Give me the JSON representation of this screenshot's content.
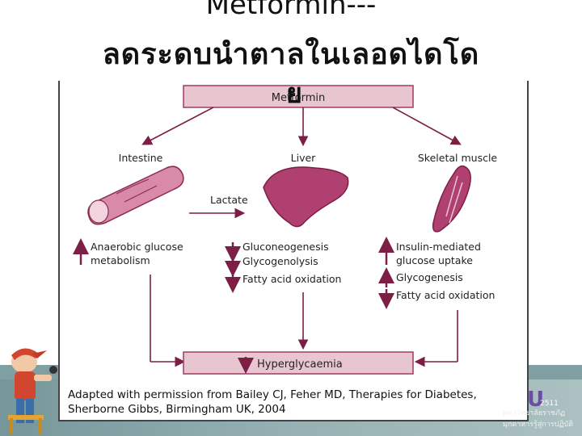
{
  "slide": {
    "title_line1": "Metformin---",
    "title_line2": "ลดระดบนำตาลในเลอดไดโด",
    "title_line3": "ย"
  },
  "diagram": {
    "top_box": "Metformin",
    "bottom_box": "Hyperglycaemia",
    "organs": [
      {
        "name": "Intestine",
        "effects": [
          "Anaerobic glucose",
          "metabolism"
        ],
        "arrows": [
          "up"
        ]
      },
      {
        "name": "Liver",
        "effects": [
          "Gluconeogenesis",
          "Glycogenolysis",
          "Fatty acid oxidation"
        ],
        "arrows": [
          "down",
          "down",
          "down"
        ]
      },
      {
        "name": "Skeletal muscle",
        "effects": [
          "Insulin-mediated",
          "glucose uptake",
          "Glycogenesis",
          "Fatty acid oxidation"
        ],
        "arrows": [
          "up",
          "up",
          "down"
        ]
      }
    ],
    "connector_label": "Lactate",
    "result_arrow": "down",
    "caption_line1": "Adapted with permission from Bailey CJ, Feher MD, Therapies for Diabetes,",
    "caption_line2": "Sherborne Gibbs, Birmingham UK, 2004",
    "colors": {
      "box_fill": "#e8c6d0",
      "box_border": "#a03a66",
      "arrow": "#7d1e46",
      "organ": "#b04070"
    }
  },
  "logo": {
    "mark": "U",
    "year": "2511",
    "line1": "มหาวิทยาลัยราชภัฏ",
    "line2": "มุกดาหารรู้สู่การปฏิบัติ"
  }
}
